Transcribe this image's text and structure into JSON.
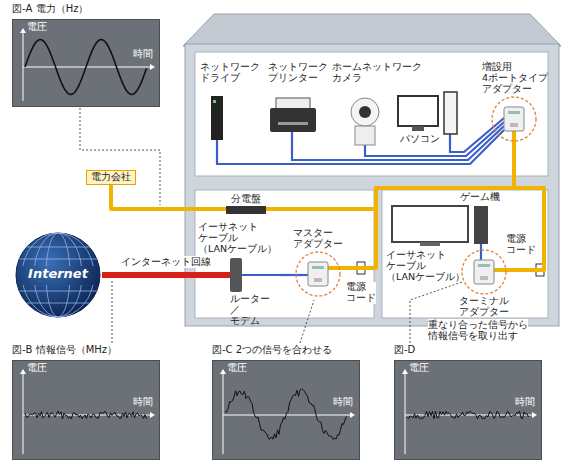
{
  "diagram": {
    "nodes": [
      {
        "text": [
          "図-A 電力（Hz）",
          "電圧",
          "時間"
        ]
      },
      {
        "text": [
          "電力会社"
        ]
      },
      {
        "text": [
          "分電盤"
        ]
      },
      {
        "text": [
          "Internet"
        ]
      },
      {
        "text": [
          "ルーター／ モデム"
        ]
      },
      {
        "text": [
          "マスター アダプター"
        ]
      },
      {
        "text": [
          "ターミナル アダプター"
        ]
      },
      {
        "text": [
          "増設用 4ポートタイプ アダプター"
        ]
      },
      {
        "text": [
          "図-B 情報信号（MHz）",
          "電圧",
          "時間"
        ]
      },
      {
        "text": [
          "図-C 2つの信号を合わせる",
          "電圧",
          "時間"
        ]
      },
      {
        "text": [
          "図-D",
          "電圧",
          "時間"
        ]
      }
    ],
    "edges": [
      {
        "from": 1,
        "to": 2,
        "arrow": "none"
      },
      {
        "from": 3,
        "to": 4,
        "label": "インターネット回線",
        "arrow": "none"
      },
      {
        "from": 4,
        "to": 5,
        "arrow": "none"
      },
      {
        "from": 2,
        "to": 5,
        "arrow": "none"
      },
      {
        "from": 2,
        "to": 6,
        "arrow": "none"
      },
      {
        "from": 2,
        "to": 7,
        "arrow": "none"
      }
    ],
    "labels": [
      "ネットワーク ドライブ",
      "ネットワーク プリンター",
      "ホームネットワーク カメラ",
      "パソコン",
      "イーサネット ケーブル （LANケーブル）",
      "電源 コード",
      "ゲーム機",
      "イーサネット ケーブル （LANケーブル）",
      "電源 コード",
      "重なり合った信号から 情報信号を取り出す"
    ]
  }
}
